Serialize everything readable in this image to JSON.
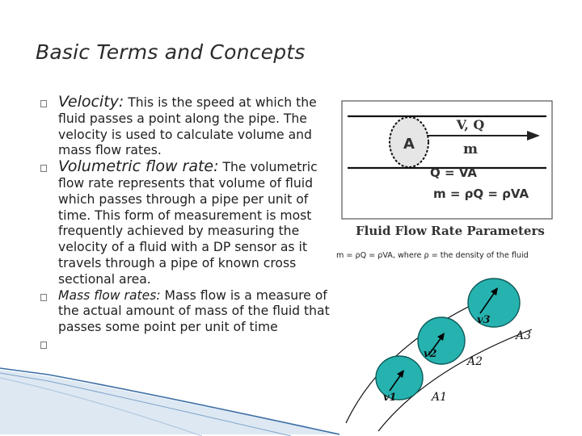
{
  "slide": {
    "title": "Basic Terms and Concepts",
    "bullets": [
      {
        "term": "Velocity:",
        "text": " This is the speed at which the fluid passes a point along the pipe. The velocity is used to calculate volume and mass flow rates."
      },
      {
        "term": "Volumetric flow rate:",
        "text": " The volumetric flow rate represents that volume of fluid which passes through a pipe per unit of time. This form of measurement is most frequently achieved by measuring the velocity of a fluid with a DP sensor as it travels through a pipe of known cross sectional area."
      },
      {
        "term": "Mass flow rates:",
        "text": " Mass flow is a measure of the actual amount of mass of the fluid that passes some point per unit of time"
      }
    ]
  },
  "figure_pipe": {
    "area_label": "A",
    "arrow_top_label": "V, Q",
    "arrow_bottom_label": "m",
    "eq1": "Q = VA",
    "eq2": "m = ρQ = ρVA",
    "caption": "Fluid Flow Rate Parameters"
  },
  "formula_note": "m = ρQ = ρVA, where ρ = the density of the fluid",
  "figure_tube": {
    "v1": "v1",
    "v2": "v2",
    "v3": "v3",
    "a1": "A1",
    "a2": "A2",
    "a3": "A3"
  },
  "colors": {
    "ellipse_fill": "#26b3b0",
    "deco_line": "#3b6ea5"
  }
}
